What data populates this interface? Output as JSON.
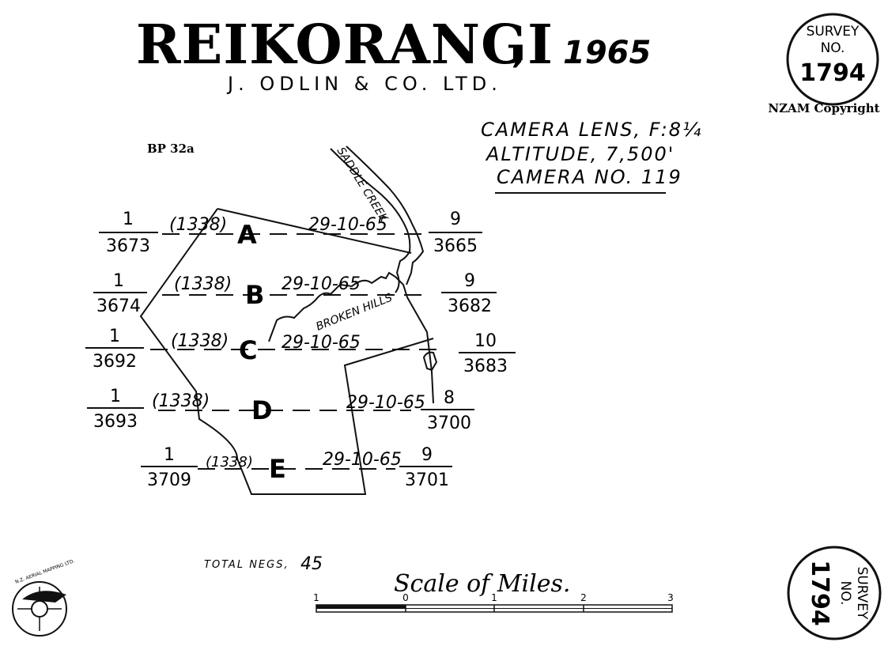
{
  "header": {
    "title": "REIKORANGI",
    "separator": ",",
    "year": "1965",
    "company": "J. ODLIN & CO. LTD."
  },
  "stamp_top": {
    "line1": "SURVEY",
    "line2": "NO.",
    "number": "1794"
  },
  "copyright": "NZAM Copyright",
  "reference": "BP 32a",
  "camera": {
    "lens": "CAMERA LENS, F:8¼",
    "altitude": "ALTITUDE, 7,500'",
    "camera_no": "CAMERA NO. 119"
  },
  "features": {
    "creek": "SADDLE CREEK",
    "hills": "BROKEN HILLS"
  },
  "runs": [
    {
      "letter": "A",
      "start_num": "1",
      "start_film": "3673",
      "code": "(1338)",
      "date": "29-10-65",
      "end_num": "9",
      "end_film": "3665"
    },
    {
      "letter": "B",
      "start_num": "1",
      "start_film": "3674",
      "code": "(1338)",
      "date": "29-10-65",
      "end_num": "9",
      "end_film": "3682"
    },
    {
      "letter": "C",
      "start_num": "1",
      "start_film": "3692",
      "code": "(1338)",
      "date": "29-10-65",
      "end_num": "10",
      "end_film": "3683"
    },
    {
      "letter": "D",
      "start_num": "1",
      "start_film": "3693",
      "code": "(1338)",
      "date": "29-10-65",
      "end_num": "8",
      "end_film": "3700"
    },
    {
      "letter": "E",
      "start_num": "1",
      "start_film": "3709",
      "code": "(1338)",
      "date": "29-10-65",
      "end_num": "9",
      "end_film": "3701"
    }
  ],
  "footer": {
    "total_label": "TOTAL NEGS,",
    "total_value": "45",
    "scale_title": "Scale of Miles.",
    "scale_ticks": [
      "1",
      "0",
      "1",
      "2",
      "3"
    ],
    "logo_text": "N.Z. AERIAL MAPPING LTD."
  },
  "stamp_bottom": {
    "line1": "SURVEY",
    "line2": "NO.",
    "number": "1794"
  }
}
